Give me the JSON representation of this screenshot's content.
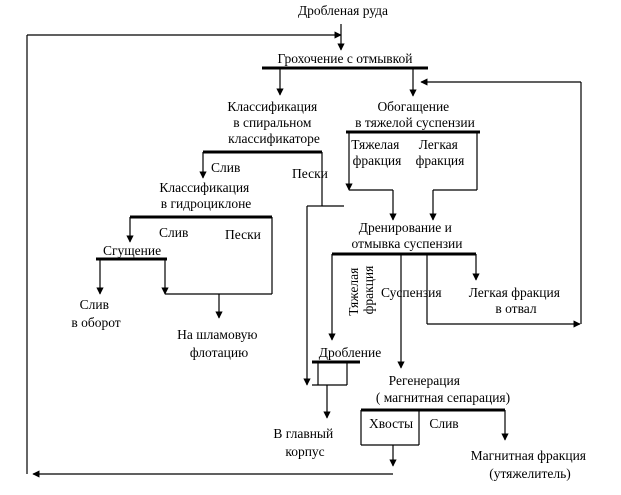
{
  "nodes": {
    "crushed_ore": "Дробленая руда",
    "screening": "Грохочение с отмывкой",
    "classification_spiral": [
      "Классификация",
      "в спиральном",
      "классификаторе"
    ],
    "dense_medium": [
      "Обогащение",
      "в тяжелой суспензии"
    ],
    "heavy_fraction": [
      "Тяжелая",
      "фракция"
    ],
    "light_fraction": [
      "Легкая",
      "фракция"
    ],
    "overflow_1": "Слив",
    "sands_1": "Пески",
    "classification_hydrocyclone": [
      "Классификация",
      "в гидроциклоне"
    ],
    "drainage": [
      "Дренирование и",
      "отмывка суспензии"
    ],
    "overflow_2": "Слив",
    "sands_2": "Пески",
    "thickening": "Сгущение",
    "heavy_fraction_vertical": [
      "Тяжелая",
      "фракция"
    ],
    "suspension": "Суспензия",
    "light_fraction_dump": [
      "Легкая фракция",
      "в отвал"
    ],
    "overflow_recycle": [
      "Слив",
      "в оборот"
    ],
    "to_slime_flotation": [
      "На шламовую",
      "флотацию"
    ],
    "crushing": "Дробление",
    "regeneration": [
      "Регенерация",
      "( магнитная сепарация)"
    ],
    "tailings": "Хвосты",
    "overflow_3": "Слив",
    "to_main_building": [
      "В главный",
      "корпус"
    ],
    "magnetic_fraction": [
      "Магнитная фракция",
      "(утяжелитель)"
    ]
  }
}
